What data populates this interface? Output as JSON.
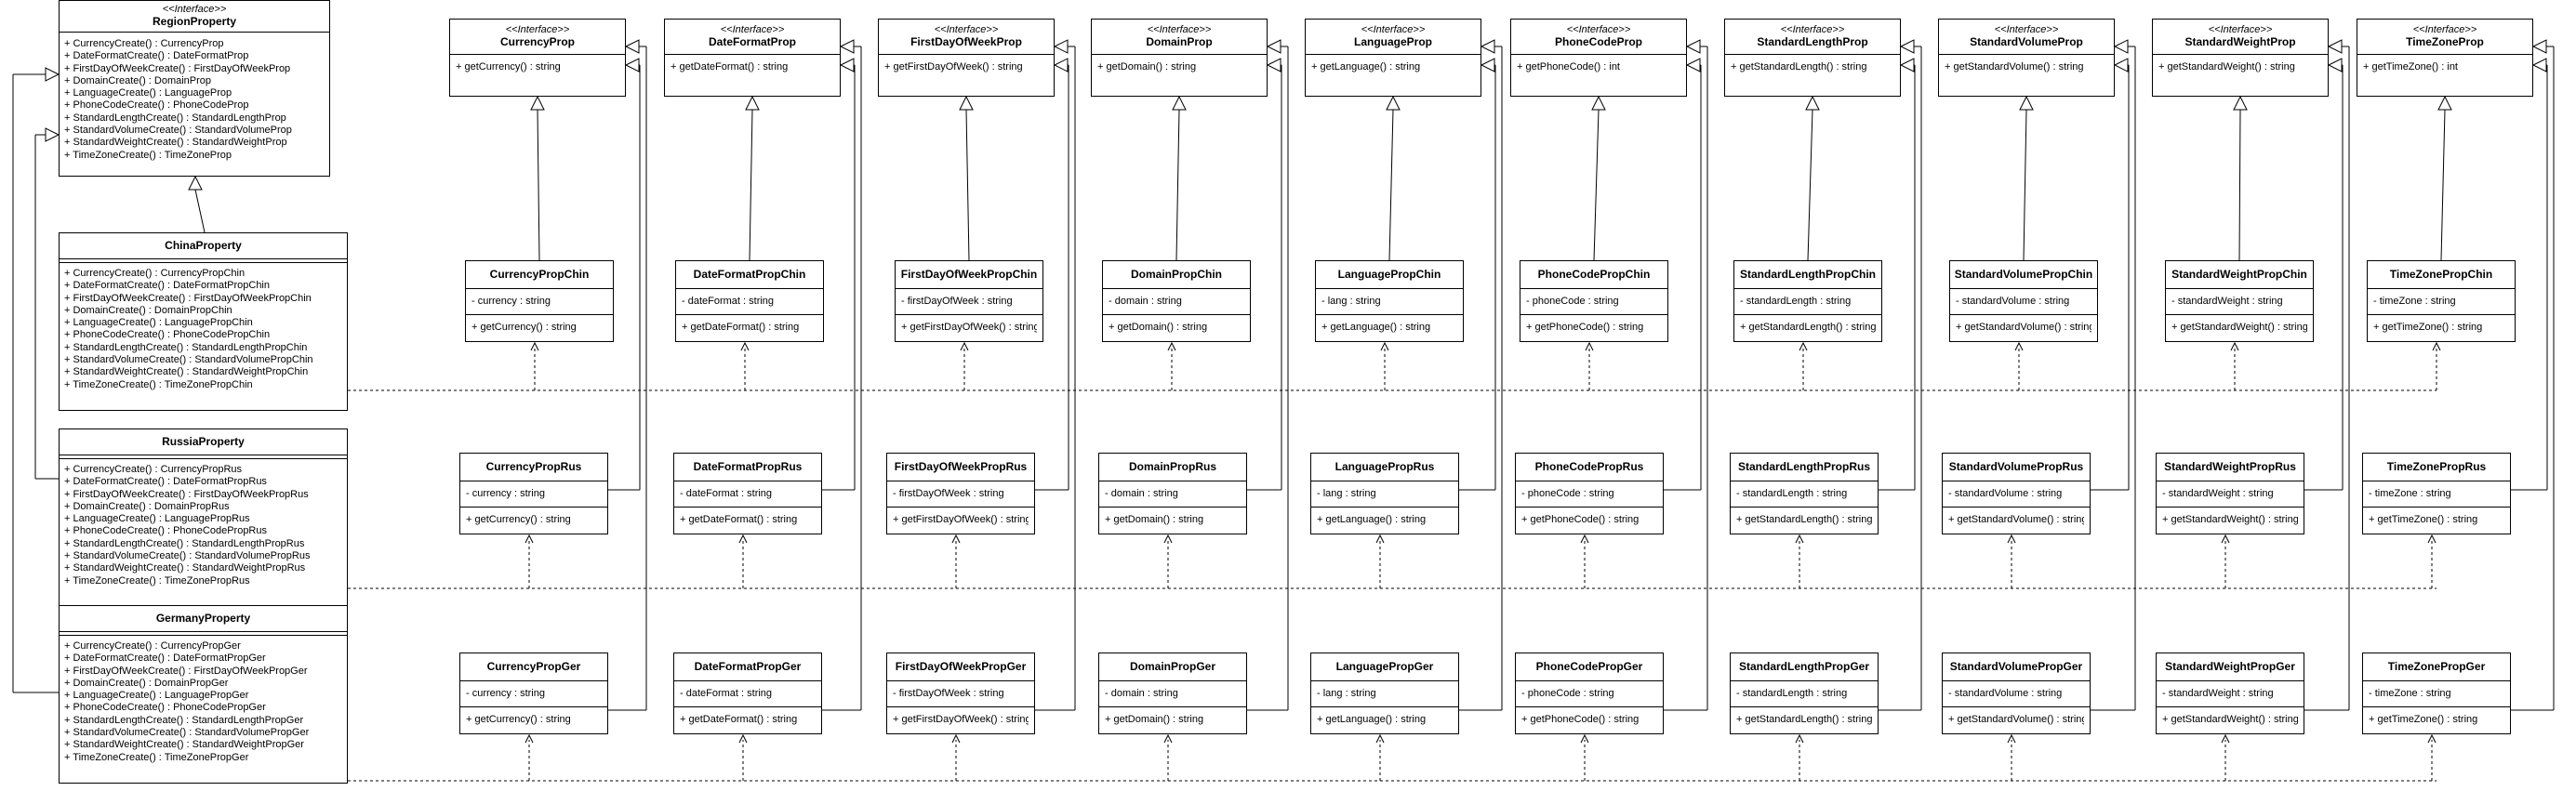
{
  "diagram": {
    "stereotype": "<<Interface>>",
    "region_interface": {
      "name": "RegionProperty",
      "methods": [
        "+ CurrencyCreate() : CurrencyProp",
        "+ DateFormatCreate() : DateFormatProp",
        "+ FirstDayOfWeekCreate() : FirstDayOfWeekProp",
        "+ DomainCreate() : DomainProp",
        "+ LanguageCreate() : LanguageProp",
        "+ PhoneCodeCreate() : PhoneCodeProp",
        "+ StandardLengthCreate() : StandardLengthProp",
        "+ StandardVolumeCreate() : StandardVolumeProp",
        "+ StandardWeightCreate() : StandardWeightProp",
        "+ TimeZoneCreate() : TimeZoneProp"
      ]
    },
    "region_classes": [
      {
        "name": "ChinaProperty",
        "methods": [
          "+ CurrencyCreate() : CurrencyPropChin",
          "+ DateFormatCreate() : DateFormatPropChin",
          "+ FirstDayOfWeekCreate() : FirstDayOfWeekPropChin",
          "+ DomainCreate() : DomainPropChin",
          "+ LanguageCreate() : LanguagePropChin",
          "+ PhoneCodeCreate() : PhoneCodePropChin",
          "+ StandardLengthCreate() : StandardLengthPropChin",
          "+ StandardVolumeCreate() : StandardVolumePropChin",
          "+ StandardWeightCreate() : StandardWeightPropChin",
          "+ TimeZoneCreate() : TimeZonePropChin"
        ]
      },
      {
        "name": "RussiaProperty",
        "methods": [
          "+ CurrencyCreate() : CurrencyPropRus",
          "+ DateFormatCreate() : DateFormatPropRus",
          "+ FirstDayOfWeekCreate() : FirstDayOfWeekPropRus",
          "+ DomainCreate() : DomainPropRus",
          "+ LanguageCreate() : LanguagePropRus",
          "+ PhoneCodeCreate() : PhoneCodePropRus",
          "+ StandardLengthCreate() : StandardLengthPropRus",
          "+ StandardVolumeCreate() : StandardVolumePropRus",
          "+ StandardWeightCreate() : StandardWeightPropRus",
          "+ TimeZoneCreate() : TimeZonePropRus"
        ]
      },
      {
        "name": "GermanyProperty",
        "methods": [
          "+ CurrencyCreate() : CurrencyPropGer",
          "+ DateFormatCreate() : DateFormatPropGer",
          "+ FirstDayOfWeekCreate() : FirstDayOfWeekPropGer",
          "+ DomainCreate() : DomainPropGer",
          "+ LanguageCreate() : LanguagePropGer",
          "+ PhoneCodeCreate() : PhoneCodePropGer",
          "+ StandardLengthCreate() : StandardLengthPropGer",
          "+ StandardVolumeCreate() : StandardVolumePropGer",
          "+ StandardWeightCreate() : StandardWeightPropGer",
          "+ TimeZoneCreate() : TimeZonePropGer"
        ]
      }
    ],
    "columns": [
      {
        "interface": "CurrencyProp",
        "method": "+ getCurrency() : string",
        "attr": "- currency : string",
        "chin": "CurrencyPropChin",
        "rus": "CurrencyPropRus",
        "ger": "CurrencyPropGer"
      },
      {
        "interface": "DateFormatProp",
        "method": "+ getDateFormat() : string",
        "attr": "- dateFormat : string",
        "chin": "DateFormatPropChin",
        "rus": "DateFormatPropRus",
        "ger": "DateFormatPropGer"
      },
      {
        "interface": "FirstDayOfWeekProp",
        "method": "+ getFirstDayOfWeek() : string",
        "attr": "- firstDayOfWeek : string",
        "chin": "FirstDayOfWeekPropChin",
        "rus": "FirstDayOfWeekPropRus",
        "ger": "FirstDayOfWeekPropGer"
      },
      {
        "interface": "DomainProp",
        "method": "+ getDomain() : string",
        "attr": "- domain : string",
        "chin": "DomainPropChin",
        "rus": "DomainPropRus",
        "ger": "DomainPropGer"
      },
      {
        "interface": "LanguageProp",
        "method": "+ getLanguage() : string",
        "attr": "- lang : string",
        "chin": "LanguagePropChin",
        "rus": "LanguagePropRus",
        "ger": "LanguagePropGer"
      },
      {
        "interface": "PhoneCodeProp",
        "method": "+ getPhoneCode() : int",
        "method_impl": "+ getPhoneCode() : string",
        "attr": "- phoneCode : string",
        "chin": "PhoneCodePropChin",
        "rus": "PhoneCodePropRus",
        "ger": "PhoneCodePropGer"
      },
      {
        "interface": "StandardLengthProp",
        "method": "+ getStandardLength() : string",
        "attr": "- standardLength : string",
        "chin": "StandardLengthPropChin",
        "rus": "StandardLengthPropRus",
        "ger": "StandardLengthPropGer"
      },
      {
        "interface": "StandardVolumeProp",
        "method": "+ getStandardVolume() : string",
        "attr": "- standardVolume : string",
        "chin": "StandardVolumePropChin",
        "rus": "StandardVolumePropRus",
        "ger": "StandardVolumePropGer"
      },
      {
        "interface": "StandardWeightProp",
        "method": "+ getStandardWeight() : string",
        "attr": "- standardWeight : string",
        "chin": "StandardWeightPropChin",
        "rus": "StandardWeightPropRus",
        "ger": "StandardWeightPropGer"
      },
      {
        "interface": "TimeZoneProp",
        "method": "+ getTimeZone() : int",
        "method_impl": "+ getTimeZone() : string",
        "attr": "- timeZone : string",
        "chin": "TimeZonePropChin",
        "rus": "TimeZonePropRus",
        "ger": "TimeZonePropGer"
      }
    ]
  }
}
